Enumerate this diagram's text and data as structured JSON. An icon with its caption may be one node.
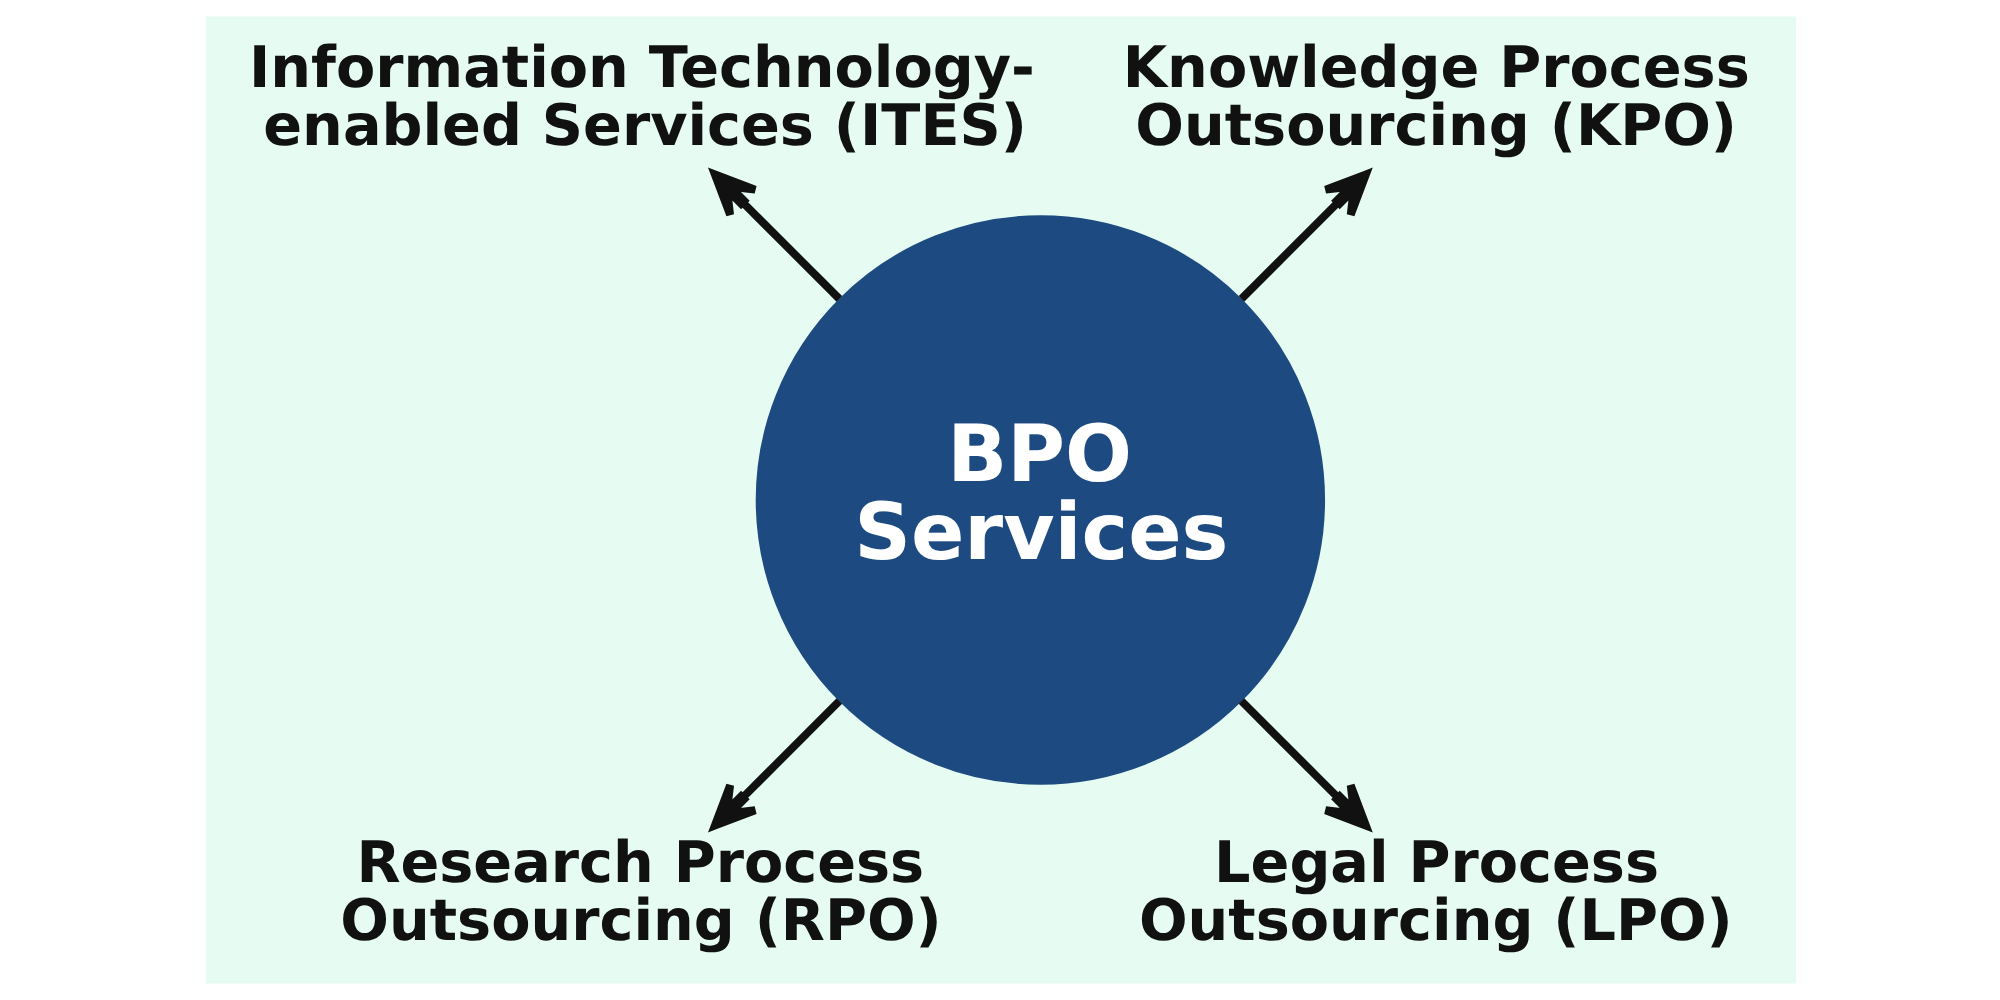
{
  "diagram": {
    "nodes": [
      {
        "text": [
          "BPO Services"
        ]
      },
      {
        "text": [
          "Information Technology-enabled Services (ITES)"
        ]
      },
      {
        "text": [
          "Knowledge Process Outsourcing (KPO)"
        ]
      },
      {
        "text": [
          "Research Process Outsourcing (RPO)"
        ]
      },
      {
        "text": [
          "Legal Process Outsourcing (LPO)"
        ]
      }
    ],
    "edges": [
      {
        "from": 0,
        "to": 1,
        "arrow": "to"
      },
      {
        "from": 0,
        "to": 2,
        "arrow": "to"
      },
      {
        "from": 0,
        "to": 3,
        "arrow": "to"
      },
      {
        "from": 0,
        "to": 4,
        "arrow": "to"
      }
    ]
  }
}
